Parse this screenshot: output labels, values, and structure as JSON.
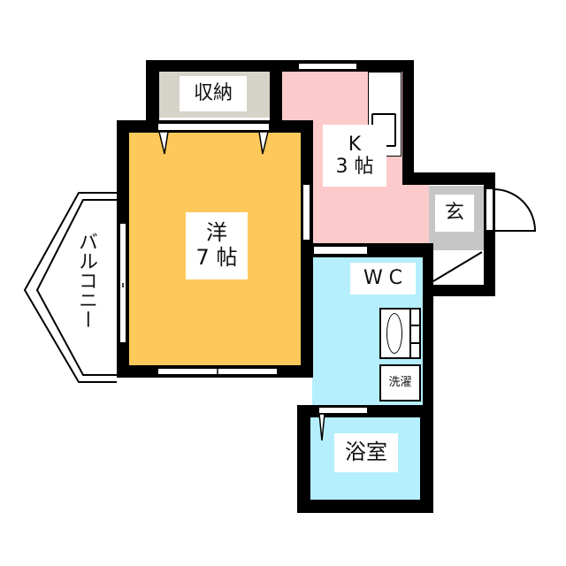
{
  "floorplan": {
    "rooms": {
      "storage": {
        "label": "収納",
        "color": "#d6d3c8"
      },
      "western": {
        "label_line1": "洋",
        "label_line2": "7 帖",
        "color": "#fec95a"
      },
      "kitchen": {
        "label_line1": "K",
        "label_line2": "3 帖",
        "color": "#fdcacb"
      },
      "entrance": {
        "label": "玄",
        "color": "#c6c6c6"
      },
      "wc": {
        "label": "W C",
        "color": "#b5eefc"
      },
      "laundry": {
        "label": "洗濯"
      },
      "bath": {
        "label": "浴室",
        "color": "#b5eefc"
      },
      "balcony": {
        "label": "バルコニー"
      }
    },
    "colors": {
      "wall": "#000000",
      "background": "#ffffff"
    }
  }
}
